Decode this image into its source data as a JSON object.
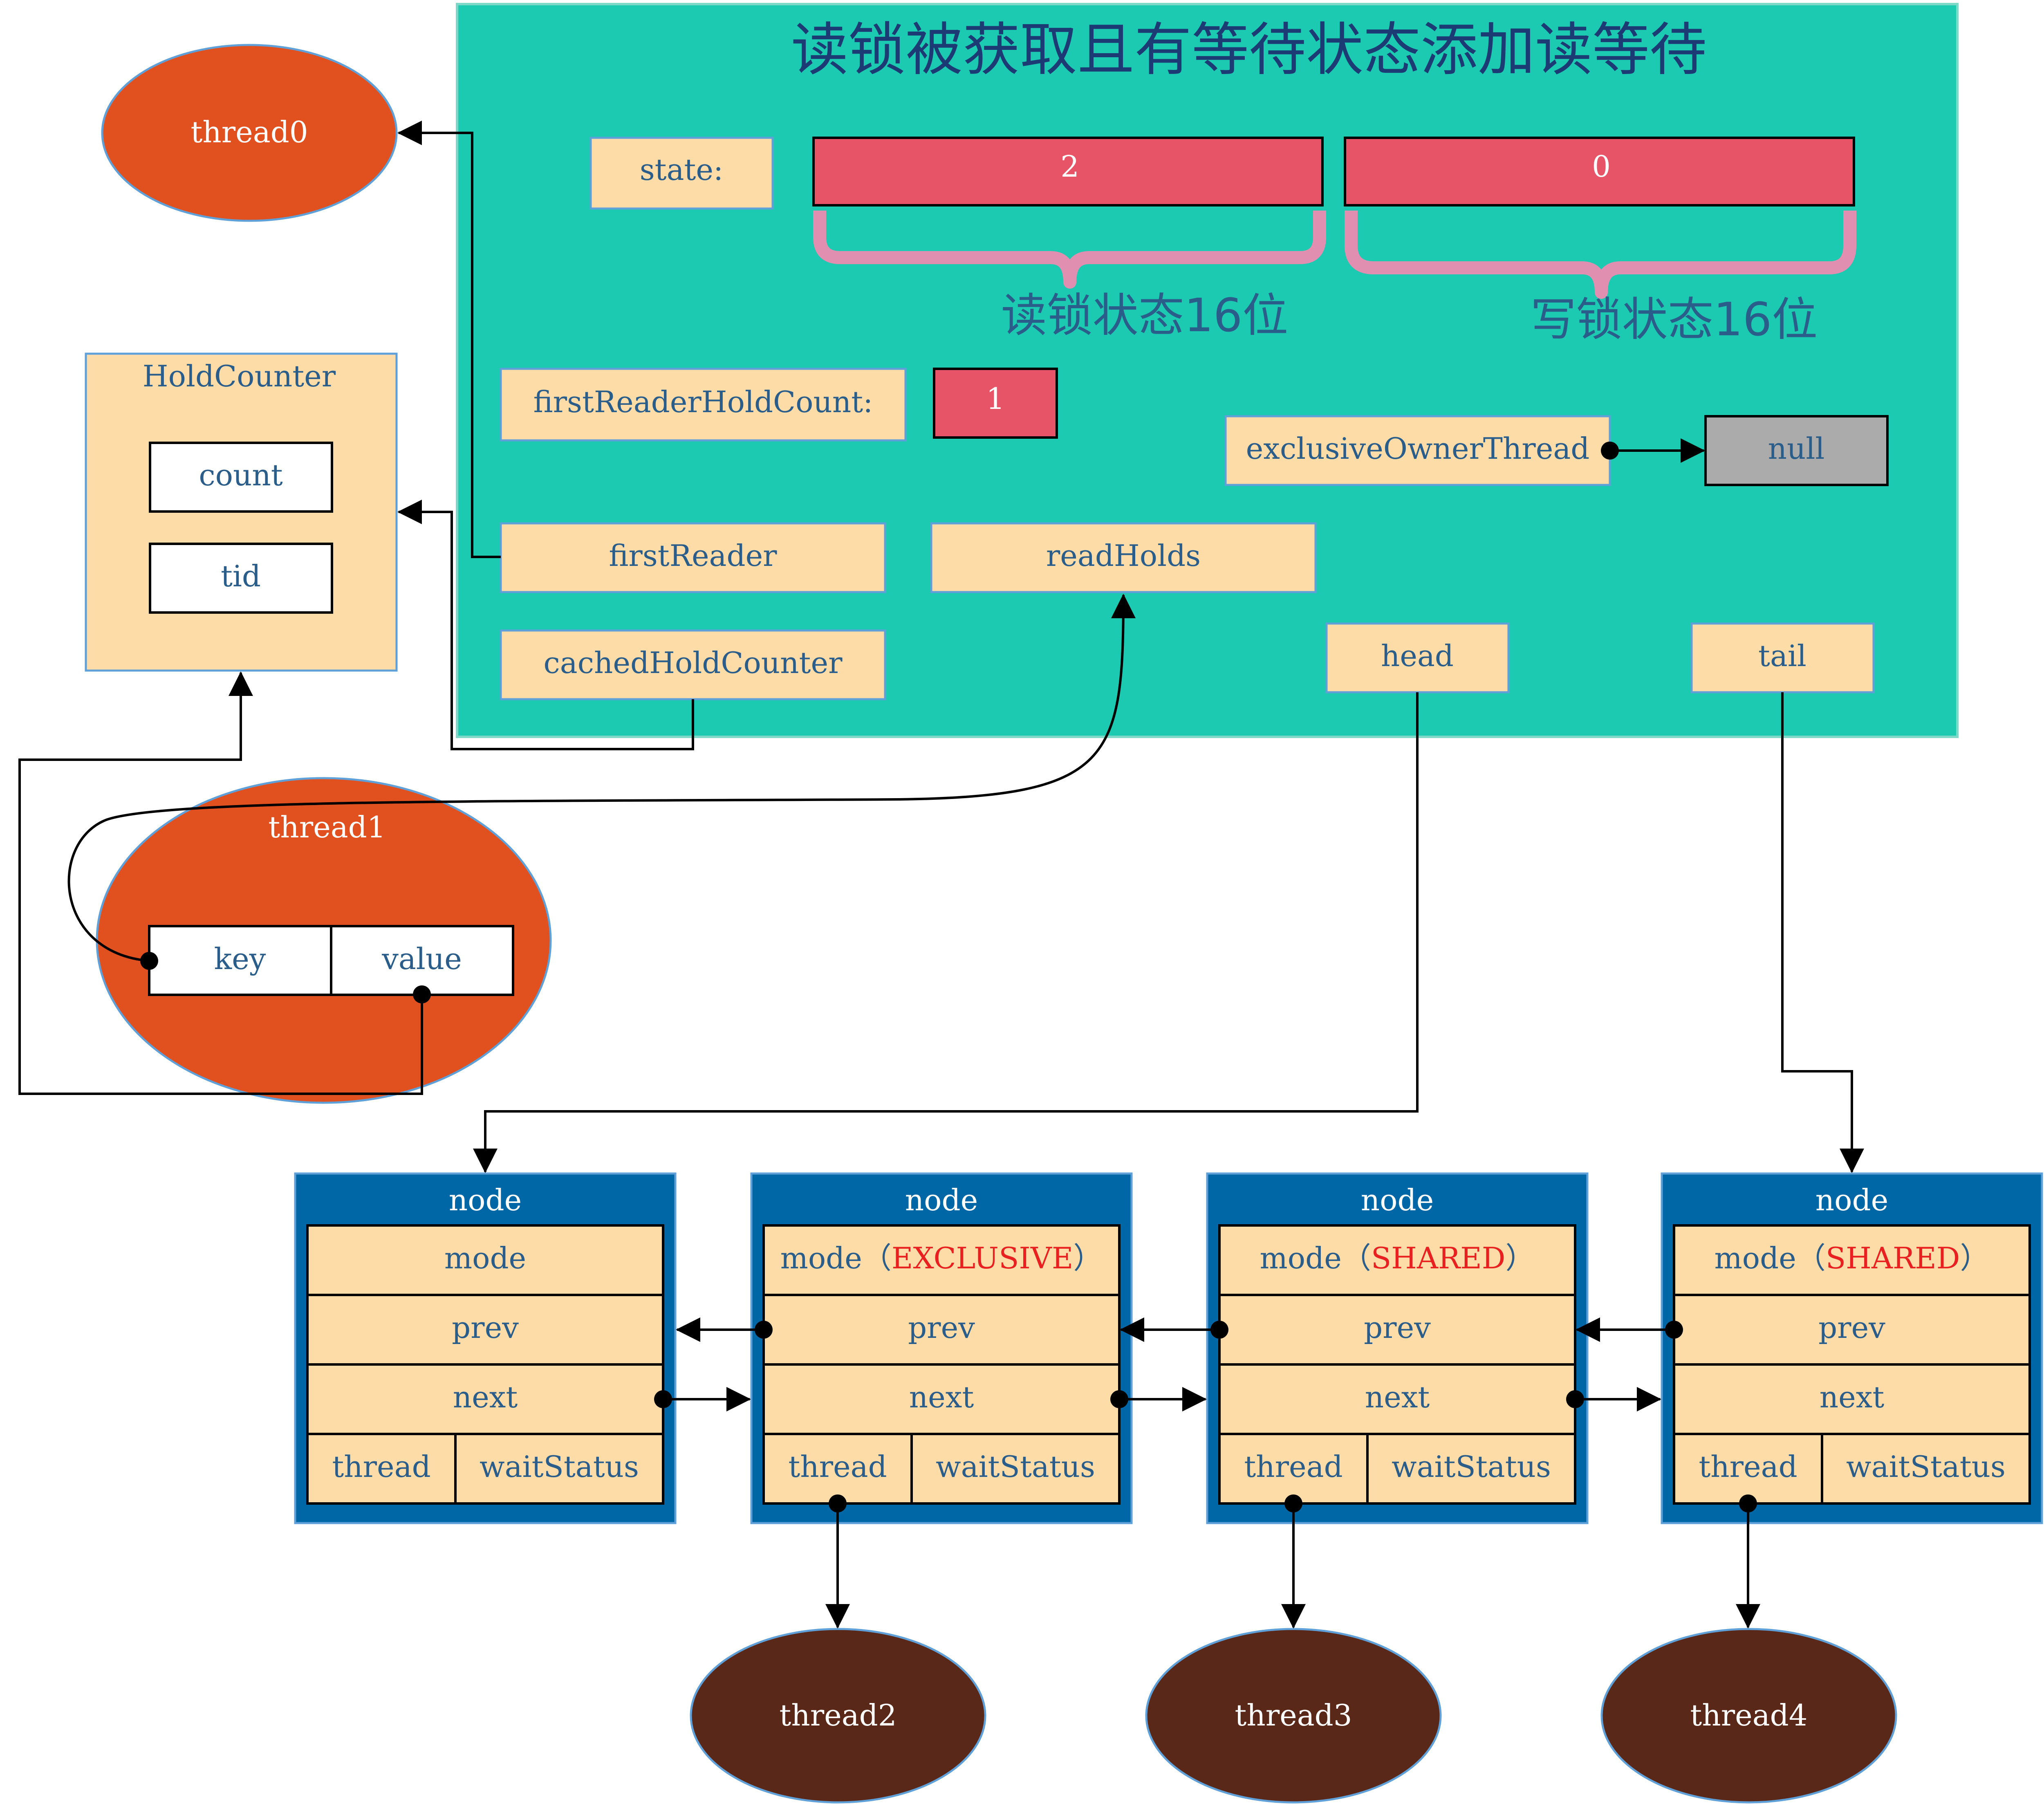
{
  "colors": {
    "panel": "#1BCAB0",
    "field": "#FDDCA8",
    "red_cell": "#E85467",
    "brace": "#E08FB0",
    "gray_cell": "#ABABAB",
    "orange_thread": "#E15120",
    "brown_thread": "#5A2819",
    "node_blue": "#0067A6",
    "text_blue": "#2A5D8A",
    "title_navy": "#1C3A73",
    "shared_red": "#E82020"
  },
  "panel": {
    "title": "读锁被获取且有等待状态添加读等待",
    "state_label": "state:",
    "read_state_value": "2",
    "write_state_value": "0",
    "read_state_caption": "读锁状态16位",
    "write_state_caption": "写锁状态16位",
    "first_reader_hold_count_label": "firstReaderHoldCount:",
    "first_reader_hold_count_value": "1",
    "exclusive_owner_thread_label": "exclusiveOwnerThread",
    "exclusive_owner_thread_value": "null",
    "first_reader_label": "firstReader",
    "read_holds_label": "readHolds",
    "cached_hold_counter_label": "cachedHoldCounter",
    "head_label": "head",
    "tail_label": "tail"
  },
  "hold_counter": {
    "title": "HoldCounter",
    "count_label": "count",
    "tid_label": "tid"
  },
  "thread0": {
    "label": "thread0"
  },
  "thread1": {
    "label": "thread1",
    "key_label": "key",
    "value_label": "value"
  },
  "nodes": [
    {
      "title": "node",
      "mode_prefix": "mode",
      "mode_value": "",
      "prev": "prev",
      "next": "next",
      "thread": "thread",
      "wait_status": "waitStatus"
    },
    {
      "title": "node",
      "mode_prefix": "mode（",
      "mode_value": "EXCLUSIVE",
      "mode_suffix": "）",
      "prev": "prev",
      "next": "next",
      "thread": "thread",
      "wait_status": "waitStatus"
    },
    {
      "title": "node",
      "mode_prefix": "mode（",
      "mode_value": "SHARED",
      "mode_suffix": "）",
      "prev": "prev",
      "next": "next",
      "thread": "thread",
      "wait_status": "waitStatus"
    },
    {
      "title": "node",
      "mode_prefix": "mode（",
      "mode_value": "SHARED",
      "mode_suffix": "）",
      "prev": "prev",
      "next": "next",
      "thread": "thread",
      "wait_status": "waitStatus"
    }
  ],
  "waiting_threads": [
    {
      "label": "thread2"
    },
    {
      "label": "thread3"
    },
    {
      "label": "thread4"
    }
  ]
}
